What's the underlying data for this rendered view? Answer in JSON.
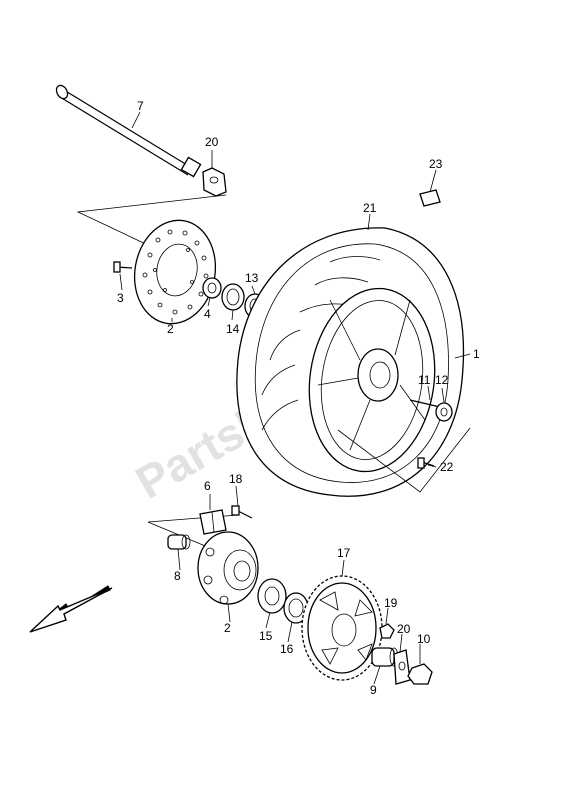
{
  "watermark": "PartsRepublik",
  "parts": {
    "p1": "1",
    "p2a": "2",
    "p2b": "2",
    "p3": "3",
    "p4": "4",
    "p6": "6",
    "p7": "7",
    "p8": "8",
    "p9": "9",
    "p10": "10",
    "p11": "11",
    "p12": "12",
    "p13": "13",
    "p14": "14",
    "p15": "15",
    "p16": "16",
    "p17": "17",
    "p18": "18",
    "p19": "19",
    "p20a": "20",
    "p20b": "20",
    "p21": "21",
    "p22": "22",
    "p23": "23"
  },
  "icons": {
    "direction_arrow": "front-direction-arrow-icon"
  }
}
